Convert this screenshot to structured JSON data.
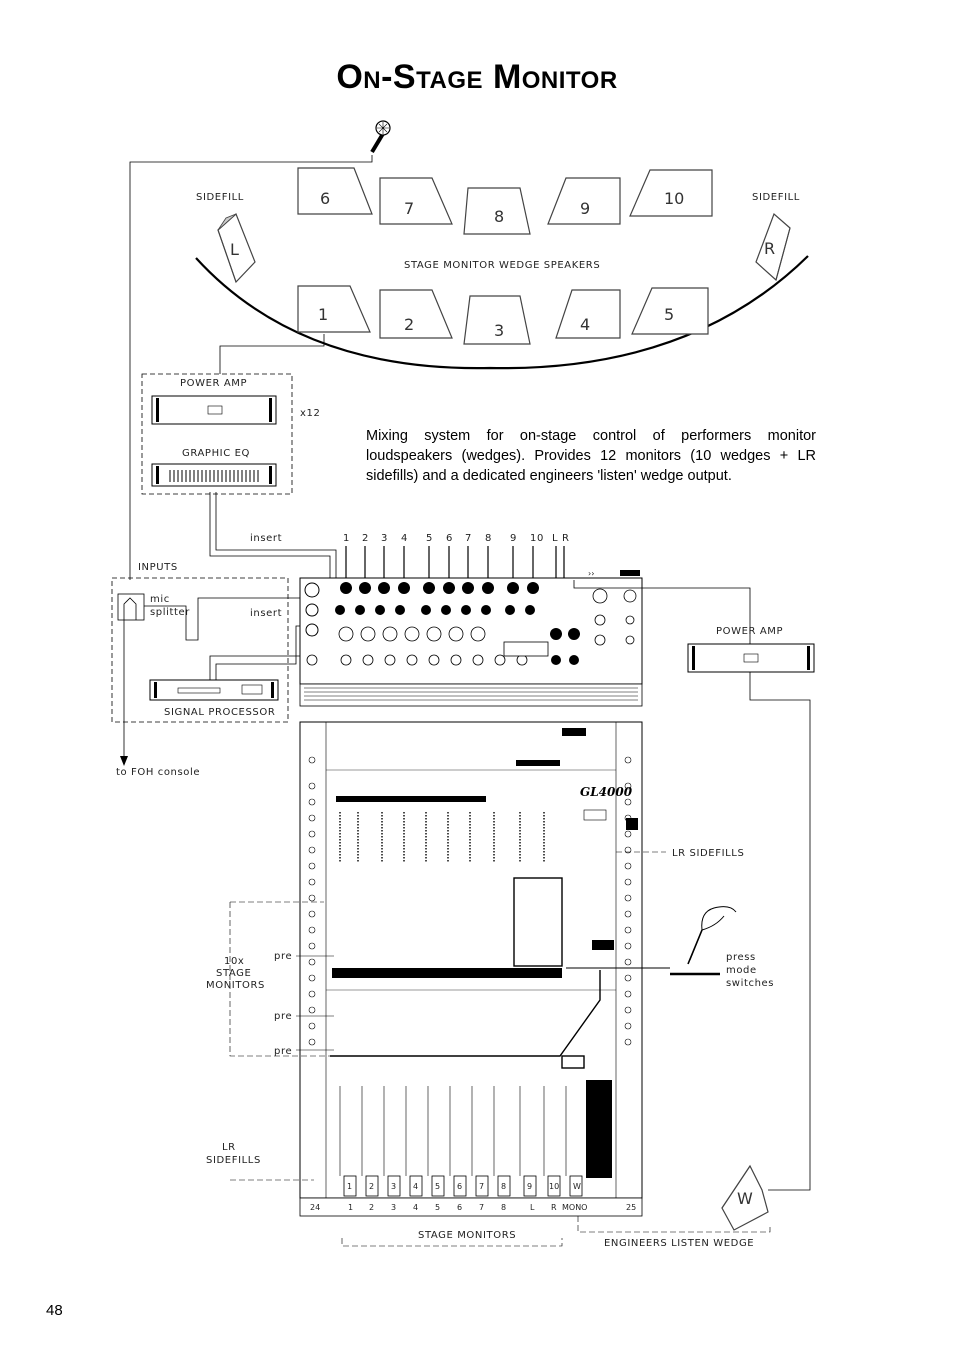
{
  "title": "On-Stage Monitor",
  "description": "Mixing system for on-stage control of performers monitor loudspeakers (wedges). Provides 12 monitors (10 wedges + LR sidefills) and a dedicated engineers 'listen' wedge output.",
  "page_number": "48",
  "labels": {
    "sidefill_left": "SIDEFILL",
    "sidefill_right": "SIDEFILL",
    "sidefill_left_letter": "L",
    "sidefill_right_letter": "R",
    "stage_monitor_wedge_speakers": "STAGE MONITOR WEDGE SPEAKERS",
    "power_amp_top": "POWER AMP",
    "graphic_eq": "GRAPHIC EQ",
    "x12": "x12",
    "insert_1": "insert",
    "insert_2": "insert",
    "inputs": "INPUTS",
    "mic_splitter_1": "mic",
    "mic_splitter_2": "splitter",
    "signal_processor": "SIGNAL PROCESSOR",
    "to_foh_console": "to FOH console",
    "power_amp_right": "POWER AMP",
    "lr_sidefills_right": "LR SIDEFILLS",
    "stage_monitors_10x_1": "10x",
    "stage_monitors_10x_2": "STAGE",
    "stage_monitors_10x_3": "MONITORS",
    "pre_1": "pre",
    "pre_2": "pre",
    "pre_3": "pre",
    "lr_sidefills_left_1": "LR",
    "lr_sidefills_left_2": "SIDEFILLS",
    "press_1": "press",
    "press_2": "mode",
    "press_3": "switches",
    "stage_monitors_bottom": "STAGE MONITORS",
    "engineers_listen_wedge": "ENGINEERS LISTEN WEDGE",
    "listen_wedge_letter": "W",
    "console_logo": "GL4000"
  },
  "wedges_back": [
    "6",
    "7",
    "8",
    "9",
    "10"
  ],
  "wedges_front": [
    "1",
    "2",
    "3",
    "4",
    "5"
  ],
  "output_numbers": [
    "1",
    "2",
    "3",
    "4",
    "5",
    "6",
    "7",
    "8",
    "9",
    "10",
    "L R"
  ],
  "fader_labels": [
    "1",
    "2",
    "3",
    "4",
    "5",
    "6",
    "7",
    "8",
    "9",
    "10",
    "W"
  ],
  "bottom_strip_labels": [
    "24",
    "1",
    "2",
    "3",
    "4",
    "5",
    "6",
    "7",
    "8",
    "L",
    "R",
    "MONO",
    "25"
  ]
}
